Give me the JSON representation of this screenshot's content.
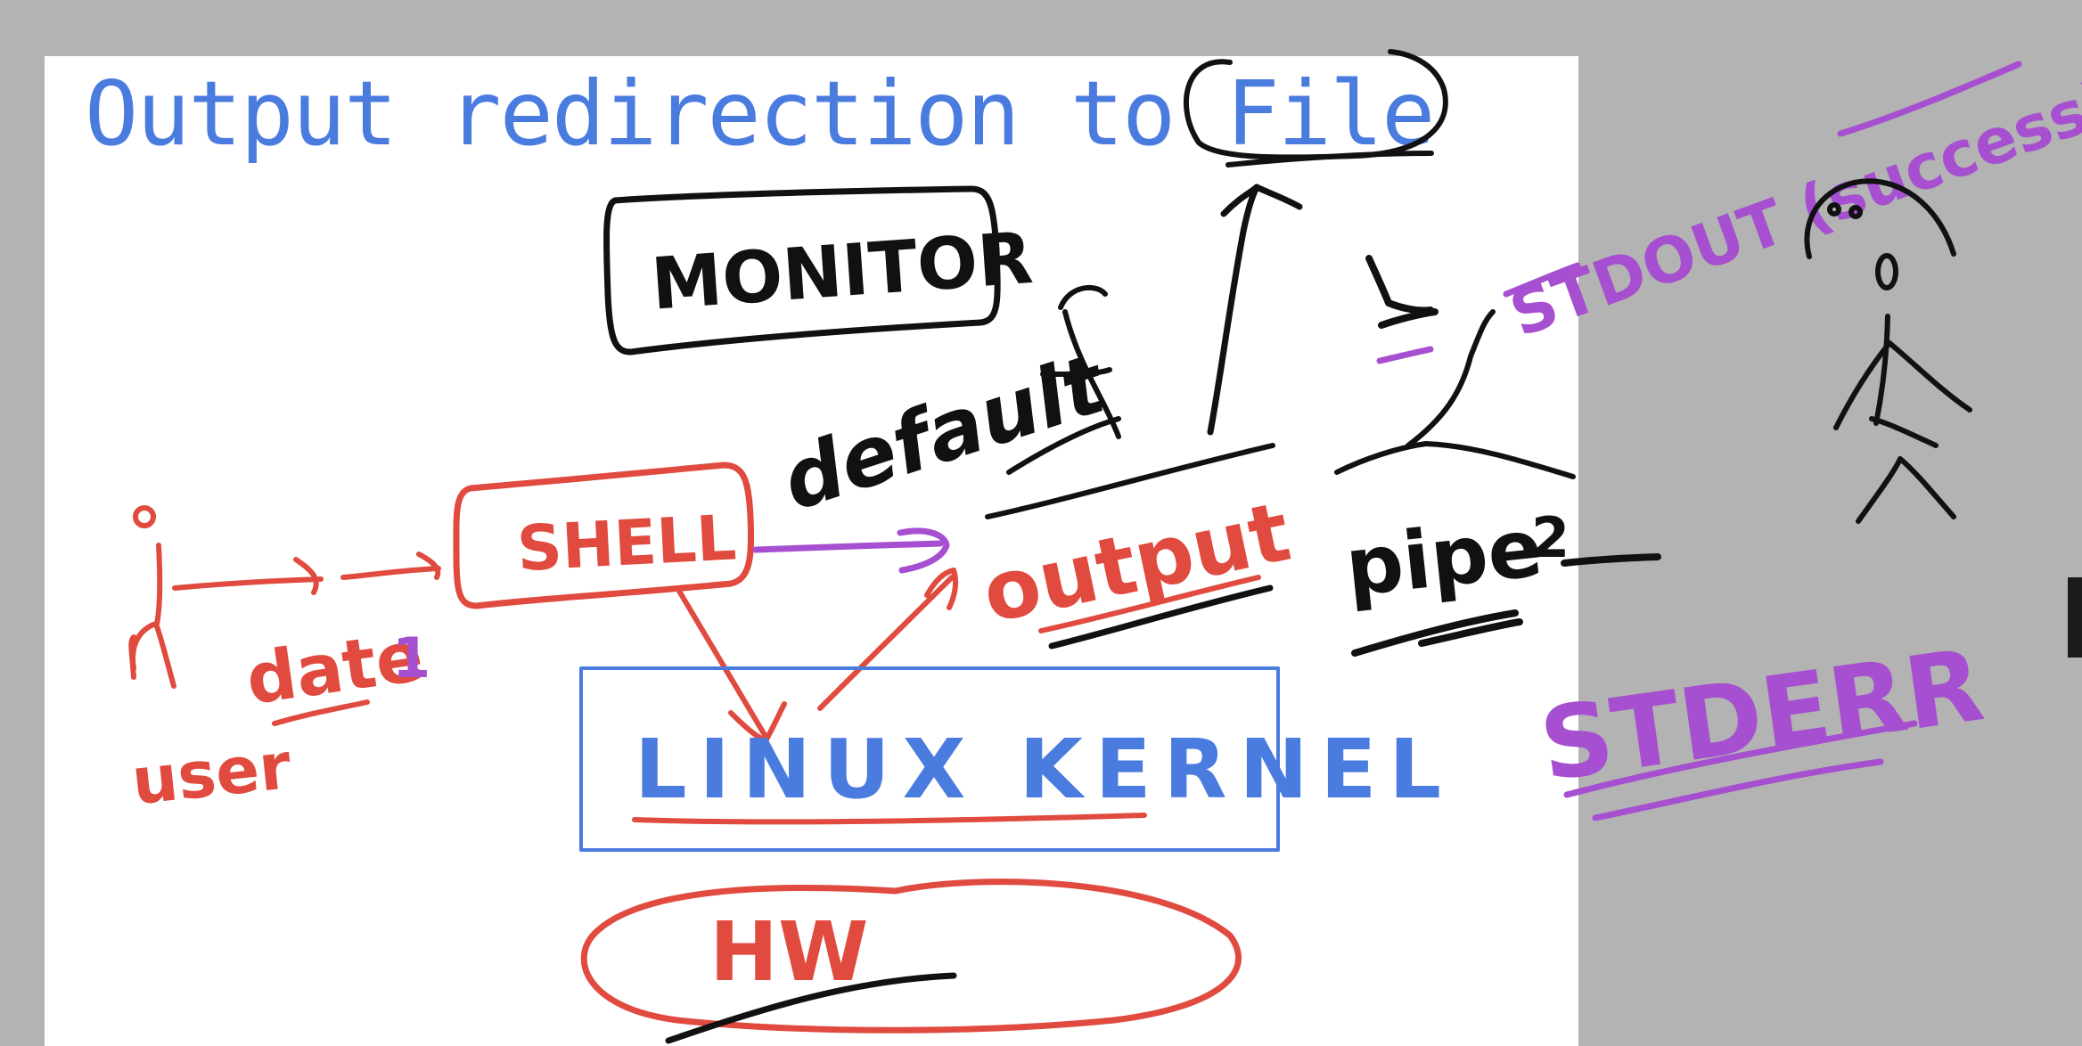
{
  "slide": {
    "title": "Output redirection to File"
  },
  "colors": {
    "background": "#b3b3b3",
    "board": "#ffffff",
    "title_blue": "#4a7bdf",
    "ink_black": "#111111",
    "ink_red": "#e04a3f",
    "ink_blue": "#4a7bdf",
    "ink_purple": "#a64fd0"
  },
  "annotations": {
    "monitor": "MONITOR",
    "default": "default",
    "shell": "SHELL",
    "output": "output",
    "user": "user",
    "command": "date",
    "fd_one": "1",
    "kernel": "LINUX KERNEL",
    "hardware": "HW",
    "pipe": "pipe",
    "fd_two": "2",
    "stdout": "STDOUT (success)",
    "stderr": "STDERR"
  },
  "icons": {
    "stick_figure": "person-icon",
    "anchor_mark": "anchor-icon"
  }
}
